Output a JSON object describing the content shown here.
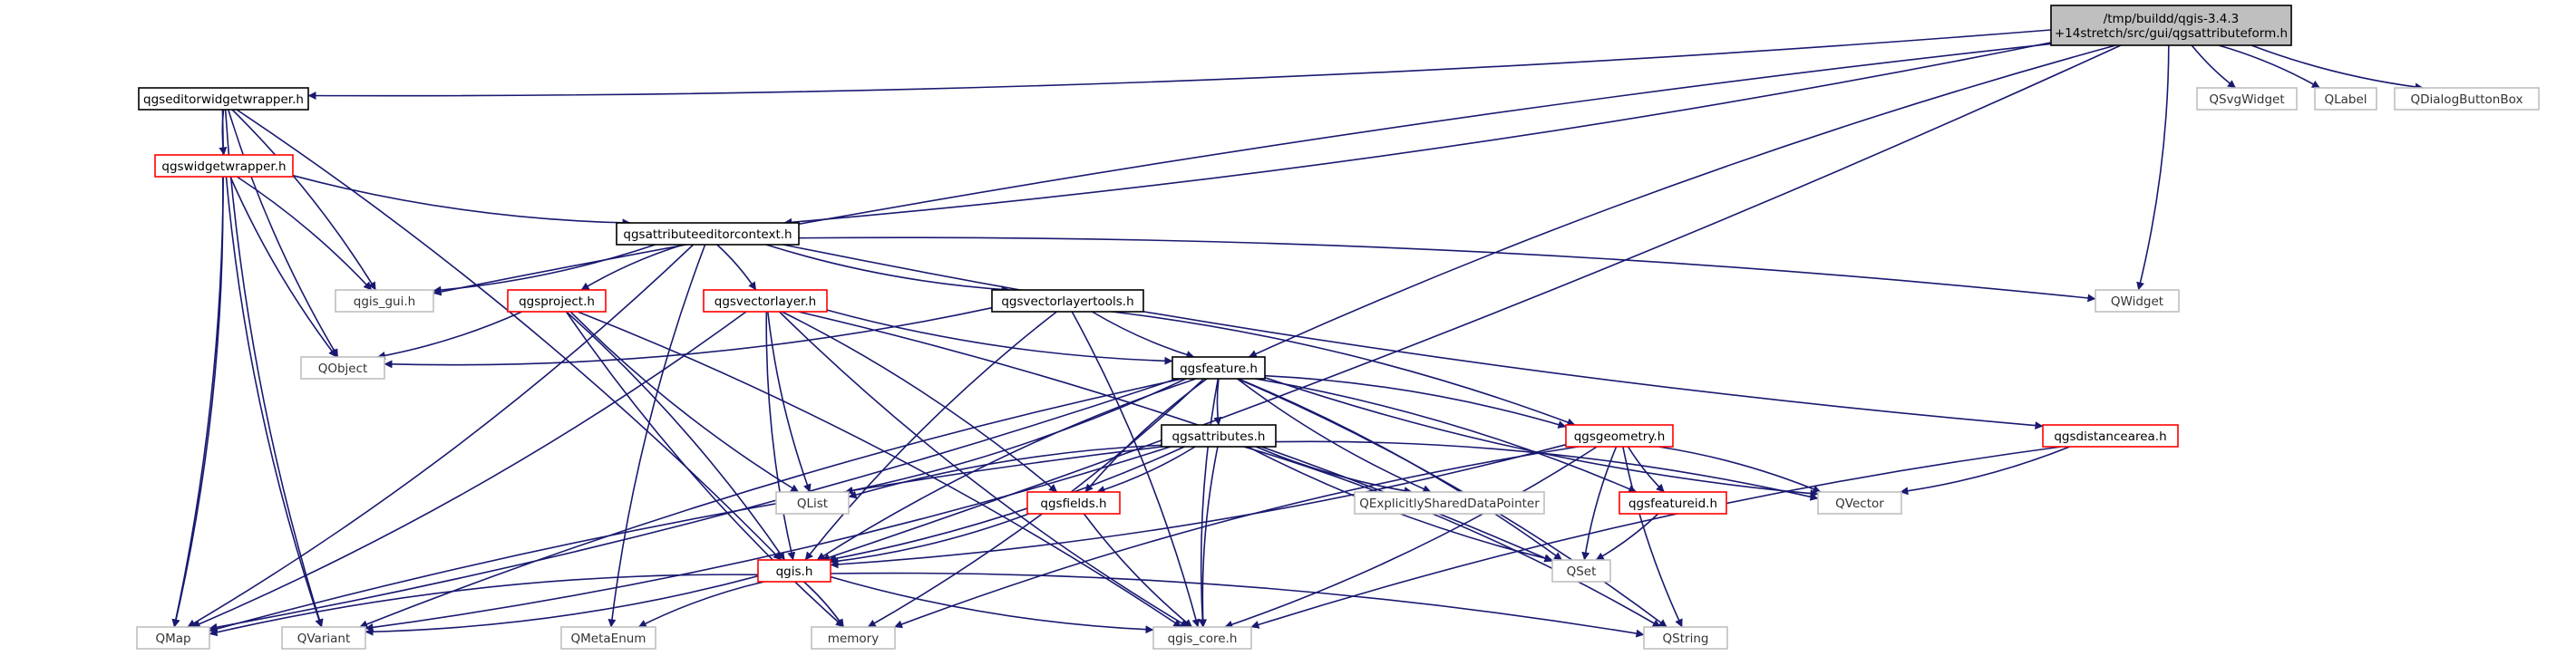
{
  "diagram": {
    "nodes": [
      {
        "id": "root",
        "lines": [
          "/tmp/buildd/qgis-3.4.3",
          "+14stretch/src/gui/qgsattributeform.h"
        ],
        "style": "root"
      },
      {
        "id": "qgseditorwidgetwrapper",
        "lines": [
          "qgseditorwidgetwrapper.h"
        ],
        "style": "black"
      },
      {
        "id": "qgswidgetwrapper",
        "lines": [
          "qgswidgetwrapper.h"
        ],
        "style": "red"
      },
      {
        "id": "qgsattributeeditorcontext",
        "lines": [
          "qgsattributeeditorcontext.h"
        ],
        "style": "black"
      },
      {
        "id": "qgis_gui",
        "lines": [
          "qgis_gui.h"
        ],
        "style": "gray"
      },
      {
        "id": "qgsproject",
        "lines": [
          "qgsproject.h"
        ],
        "style": "red"
      },
      {
        "id": "qgsvectorlayer",
        "lines": [
          "qgsvectorlayer.h"
        ],
        "style": "red"
      },
      {
        "id": "qgsvectorlayertools",
        "lines": [
          "qgsvectorlayertools.h"
        ],
        "style": "black"
      },
      {
        "id": "QObject",
        "lines": [
          "QObject"
        ],
        "style": "gray"
      },
      {
        "id": "qgsfeature",
        "lines": [
          "qgsfeature.h"
        ],
        "style": "black"
      },
      {
        "id": "qgsattributes",
        "lines": [
          "qgsattributes.h"
        ],
        "style": "black"
      },
      {
        "id": "qgsgeometry",
        "lines": [
          "qgsgeometry.h"
        ],
        "style": "red"
      },
      {
        "id": "qgsdistancearea",
        "lines": [
          "qgsdistancearea.h"
        ],
        "style": "red"
      },
      {
        "id": "QList",
        "lines": [
          "QList"
        ],
        "style": "gray"
      },
      {
        "id": "qgsfields",
        "lines": [
          "qgsfields.h"
        ],
        "style": "red"
      },
      {
        "id": "QExplicitlySharedDataPointer",
        "lines": [
          "QExplicitlySharedDataPointer"
        ],
        "style": "gray"
      },
      {
        "id": "qgsfeatureid",
        "lines": [
          "qgsfeatureid.h"
        ],
        "style": "red"
      },
      {
        "id": "QVector",
        "lines": [
          "QVector"
        ],
        "style": "gray"
      },
      {
        "id": "QSet",
        "lines": [
          "QSet"
        ],
        "style": "gray"
      },
      {
        "id": "qgis",
        "lines": [
          "qgis.h"
        ],
        "style": "red"
      },
      {
        "id": "QMap",
        "lines": [
          "QMap"
        ],
        "style": "gray"
      },
      {
        "id": "QVariant",
        "lines": [
          "QVariant"
        ],
        "style": "gray"
      },
      {
        "id": "QMetaEnum",
        "lines": [
          "QMetaEnum"
        ],
        "style": "gray"
      },
      {
        "id": "memory",
        "lines": [
          "memory"
        ],
        "style": "gray"
      },
      {
        "id": "qgis_core",
        "lines": [
          "qgis_core.h"
        ],
        "style": "gray"
      },
      {
        "id": "QString",
        "lines": [
          "QString"
        ],
        "style": "gray"
      },
      {
        "id": "QWidget",
        "lines": [
          "QWidget"
        ],
        "style": "gray"
      },
      {
        "id": "QSvgWidget",
        "lines": [
          "QSvgWidget"
        ],
        "style": "gray"
      },
      {
        "id": "QLabel",
        "lines": [
          "QLabel"
        ],
        "style": "gray"
      },
      {
        "id": "QDialogButtonBox",
        "lines": [
          "QDialogButtonBox"
        ],
        "style": "gray"
      }
    ],
    "edges": [
      [
        "root",
        "qgseditorwidgetwrapper"
      ],
      [
        "root",
        "qgis_gui"
      ],
      [
        "root",
        "qgsattributeeditorcontext"
      ],
      [
        "root",
        "qgsfeature"
      ],
      [
        "root",
        "QWidget"
      ],
      [
        "root",
        "QSvgWidget"
      ],
      [
        "root",
        "QLabel"
      ],
      [
        "root",
        "QDialogButtonBox"
      ],
      [
        "root",
        "qgis"
      ],
      [
        "qgseditorwidgetwrapper",
        "qgswidgetwrapper"
      ],
      [
        "qgseditorwidgetwrapper",
        "qgis_gui"
      ],
      [
        "qgseditorwidgetwrapper",
        "QObject"
      ],
      [
        "qgseditorwidgetwrapper",
        "QMap"
      ],
      [
        "qgseditorwidgetwrapper",
        "QVariant"
      ],
      [
        "qgseditorwidgetwrapper",
        "qgis"
      ],
      [
        "qgswidgetwrapper",
        "qgsattributeeditorcontext"
      ],
      [
        "qgswidgetwrapper",
        "qgis_gui"
      ],
      [
        "qgswidgetwrapper",
        "QObject"
      ],
      [
        "qgswidgetwrapper",
        "QMap"
      ],
      [
        "qgswidgetwrapper",
        "QVariant"
      ],
      [
        "qgsattributeeditorcontext",
        "qgis_gui"
      ],
      [
        "qgsattributeeditorcontext",
        "qgsproject"
      ],
      [
        "qgsattributeeditorcontext",
        "qgsvectorlayer"
      ],
      [
        "qgsattributeeditorcontext",
        "qgsvectorlayertools"
      ],
      [
        "qgsattributeeditorcontext",
        "QWidget"
      ],
      [
        "qgsattributeeditorcontext",
        "qgsdistancearea"
      ],
      [
        "qgsattributeeditorcontext",
        "QMap"
      ],
      [
        "qgsattributeeditorcontext",
        "QMetaEnum"
      ],
      [
        "qgsproject",
        "QObject"
      ],
      [
        "qgsproject",
        "QList"
      ],
      [
        "qgsproject",
        "qgis"
      ],
      [
        "qgsproject",
        "memory"
      ],
      [
        "qgsproject",
        "qgis_core"
      ],
      [
        "qgsvectorlayer",
        "qgsfeature"
      ],
      [
        "qgsvectorlayer",
        "qgsfields"
      ],
      [
        "qgsvectorlayer",
        "QList"
      ],
      [
        "qgsvectorlayer",
        "QSet"
      ],
      [
        "qgsvectorlayer",
        "qgis"
      ],
      [
        "qgsvectorlayer",
        "QMap"
      ],
      [
        "qgsvectorlayer",
        "qgis_core"
      ],
      [
        "qgsvectorlayertools",
        "QObject"
      ],
      [
        "qgsvectorlayertools",
        "qgsfeature"
      ],
      [
        "qgsvectorlayertools",
        "qgsgeometry"
      ],
      [
        "qgsvectorlayertools",
        "qgis"
      ],
      [
        "qgsvectorlayertools",
        "qgis_core"
      ],
      [
        "qgsfeature",
        "qgsattributes"
      ],
      [
        "qgsfeature",
        "qgsgeometry"
      ],
      [
        "qgsfeature",
        "qgsfields"
      ],
      [
        "qgsfeature",
        "QList"
      ],
      [
        "qgsfeature",
        "QExplicitlySharedDataPointer"
      ],
      [
        "qgsfeature",
        "qgsfeatureid"
      ],
      [
        "qgsfeature",
        "QVector"
      ],
      [
        "qgsfeature",
        "QSet"
      ],
      [
        "qgsfeature",
        "qgis"
      ],
      [
        "qgsfeature",
        "QMap"
      ],
      [
        "qgsfeature",
        "QVariant"
      ],
      [
        "qgsfeature",
        "memory"
      ],
      [
        "qgsfeature",
        "qgis_core"
      ],
      [
        "qgsfeature",
        "QString"
      ],
      [
        "qgsattributes",
        "QList"
      ],
      [
        "qgsattributes",
        "qgsfields"
      ],
      [
        "qgsattributes",
        "QExplicitlySharedDataPointer"
      ],
      [
        "qgsattributes",
        "QVector"
      ],
      [
        "qgsattributes",
        "QSet"
      ],
      [
        "qgsattributes",
        "qgis"
      ],
      [
        "qgsattributes",
        "QMap"
      ],
      [
        "qgsattributes",
        "QVariant"
      ],
      [
        "qgsattributes",
        "qgis_core"
      ],
      [
        "qgsattributes",
        "QString"
      ],
      [
        "qgsgeometry",
        "qgsfeatureid"
      ],
      [
        "qgsgeometry",
        "QVector"
      ],
      [
        "qgsgeometry",
        "QSet"
      ],
      [
        "qgsgeometry",
        "qgis"
      ],
      [
        "qgsgeometry",
        "memory"
      ],
      [
        "qgsgeometry",
        "qgis_core"
      ],
      [
        "qgsgeometry",
        "QString"
      ],
      [
        "qgsdistancearea",
        "QVector"
      ],
      [
        "qgsdistancearea",
        "qgis_core"
      ],
      [
        "qgsfields",
        "qgis"
      ],
      [
        "qgsfields",
        "qgis_core"
      ],
      [
        "qgsfeatureid",
        "QSet"
      ],
      [
        "qgis",
        "QMap"
      ],
      [
        "qgis",
        "QVariant"
      ],
      [
        "qgis",
        "QMetaEnum"
      ],
      [
        "qgis",
        "memory"
      ],
      [
        "qgis",
        "qgis_core"
      ],
      [
        "qgis",
        "QString"
      ]
    ],
    "colors": {
      "edge": "#191970",
      "root_fill": "#bfbfbf",
      "black_border": "#000000",
      "red_border": "#ff0000",
      "gray_border": "#bfbfbf",
      "node_fill": "#ffffff"
    }
  }
}
